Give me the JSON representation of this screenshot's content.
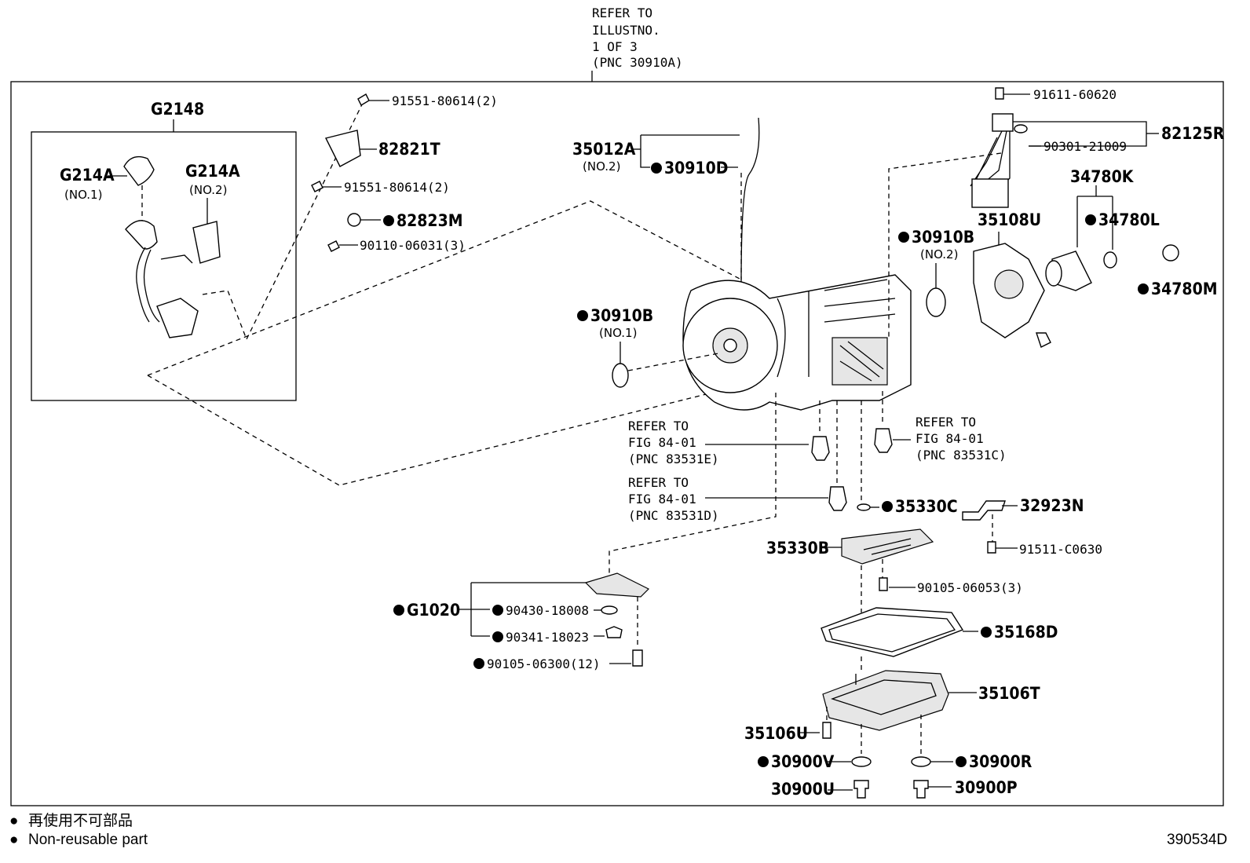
{
  "refer_top": {
    "line1": "REFER TO",
    "line2": "ILLUSTNO.",
    "line3": "1 OF 3",
    "line4": "(PNC 30910A)"
  },
  "group": {
    "title": "G2148",
    "g214a_1": "G214A",
    "g214a_1_sub": "(NO.1)",
    "g214a_2": "G214A",
    "g214a_2_sub": "(NO.2)"
  },
  "parts": {
    "p91551_a": "91551-80614(2)",
    "p82821T": "82821T",
    "p91551_b": "91551-80614(2)",
    "p82823M": "82823M",
    "p90110": "90110-06031(3)",
    "p35012A": "35012A",
    "p35012A_sub": "(NO.2)",
    "p30910D": "30910D",
    "p30910B_1": "30910B",
    "p30910B_1_sub": "(NO.1)",
    "p91611": "91611-60620",
    "p82125R": "82125R",
    "p90301": "90301-21009",
    "p34780K": "34780K",
    "p35108U": "35108U",
    "p30910B_2": "30910B",
    "p30910B_2_sub": "(NO.2)",
    "p34780L": "34780L",
    "p34780M": "34780M",
    "p35330C": "35330C",
    "p32923N": "32923N",
    "p35330B": "35330B",
    "p91511": "91511-C0630",
    "p90105_06053": "90105-06053(3)",
    "pG1020": "G1020",
    "p90430": "90430-18008",
    "p90341": "90341-18023",
    "p90105_06300": "90105-06300(12)",
    "p35168D": "35168D",
    "p35106T": "35106T",
    "p35106U": "35106U",
    "p30900V": "30900V",
    "p30900R": "30900R",
    "p30900U": "30900U",
    "p30900P": "30900P"
  },
  "refs": {
    "e": {
      "l1": "REFER TO",
      "l2": "FIG 84-01",
      "l3": "(PNC 83531E)"
    },
    "c": {
      "l1": "REFER TO",
      "l2": "FIG 84-01",
      "l3": "(PNC 83531C)"
    },
    "d": {
      "l1": "REFER TO",
      "l2": "FIG 84-01",
      "l3": "(PNC 83531D)"
    }
  },
  "legend": {
    "bullet": "●",
    "jp": "再使用不可部品",
    "en": "Non-reusable part"
  },
  "figure_id": "390534D"
}
